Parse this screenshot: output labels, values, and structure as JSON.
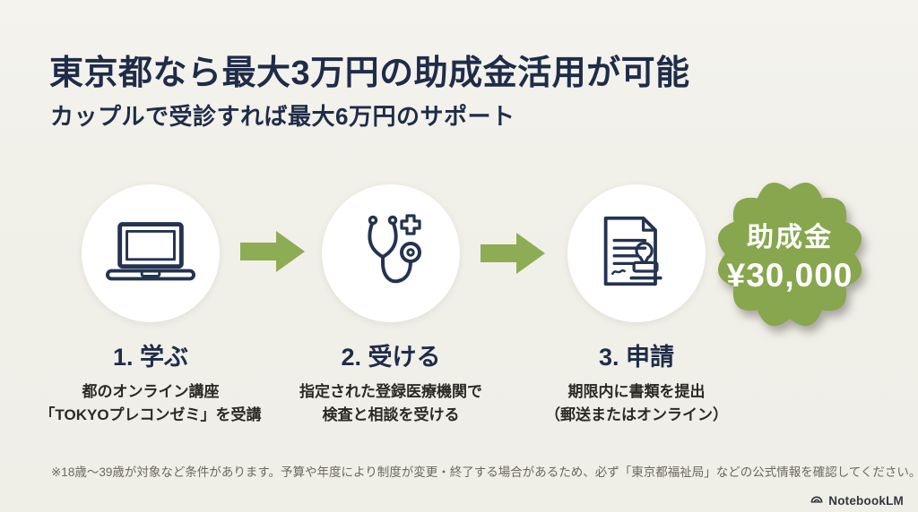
{
  "slide": {
    "title": "東京都なら最大3万円の助成金活用が可能",
    "subtitle": "カップルで受診すれば最大6万円のサポート",
    "steps": [
      {
        "icon": "laptop-icon",
        "heading": "1. 学ぶ",
        "desc_line1": "都のオンライン講座",
        "desc_line2": "「TOKYOプレコンゼミ」を受講"
      },
      {
        "icon": "stethoscope-icon",
        "heading": "2. 受ける",
        "desc_line1": "指定された登録医療機関で",
        "desc_line2": "検査と相談を受ける"
      },
      {
        "icon": "document-stamp-icon",
        "heading": "3. 申請",
        "desc_line1": "期限内に書類を提出",
        "desc_line2": "（郵送またはオンライン）"
      }
    ],
    "badge": {
      "line1": "助成金",
      "line2": "¥30,000"
    },
    "footnote": "※18歳〜39歳が対象など条件があります。予算や年度により制度が変更・終了する場合があるため、必ず「東京都福祉局」などの公式情報を確認してください。",
    "brand": "NotebookLM",
    "colors": {
      "background": "#f1f0ea",
      "navy": "#1f2c49",
      "icon_ink": "#243350",
      "arrow_green": "#8dac54",
      "badge_green": "#87a64d",
      "body_text": "#2b2a23",
      "footnote_gray": "#6b695f",
      "circle_white": "#ffffff"
    }
  }
}
